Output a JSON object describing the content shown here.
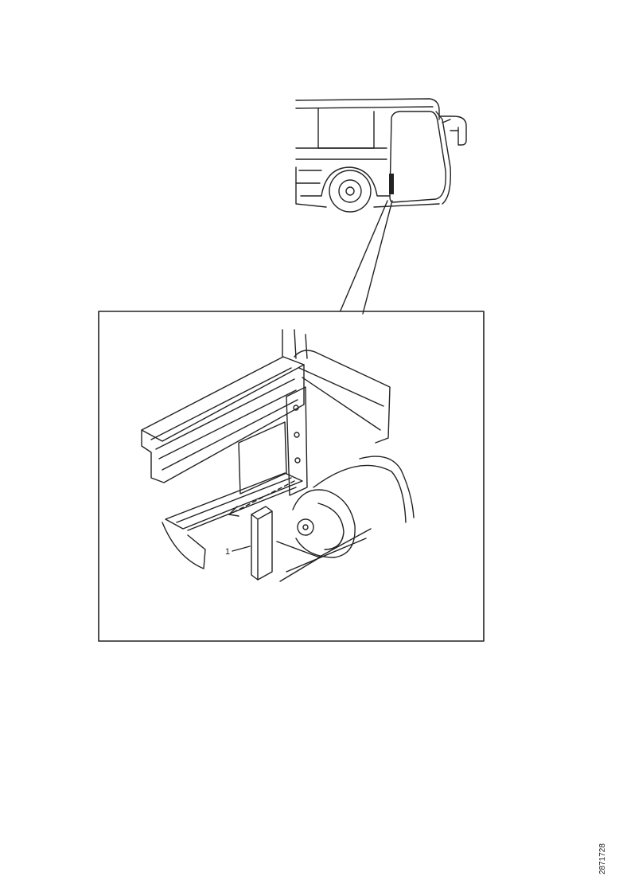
{
  "diagram": {
    "callouts": [
      {
        "id": "1",
        "label": "1"
      }
    ],
    "figure_code": "2871728",
    "colors": {
      "line": "#222222",
      "background": "#ffffff"
    }
  }
}
